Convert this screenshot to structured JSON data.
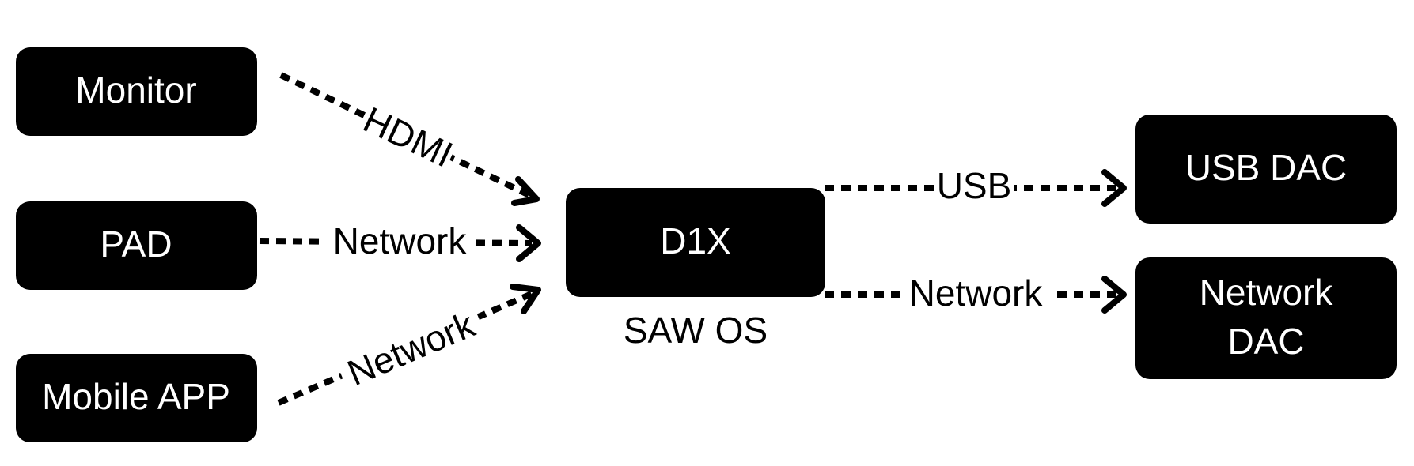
{
  "nodes": {
    "monitor": "Monitor",
    "pad": "PAD",
    "mobile_app": "Mobile APP",
    "d1x": "D1X",
    "usb_dac": "USB DAC",
    "network_dac_line1": "Network",
    "network_dac_line2": "DAC"
  },
  "captions": {
    "d1x_os": "SAW OS"
  },
  "edges": {
    "monitor_to_d1x": "HDMI",
    "pad_to_d1x": "Network",
    "mobile_to_d1x": "Network",
    "d1x_to_usb_dac": "USB",
    "d1x_to_network_dac": "Network"
  },
  "colors": {
    "node_fill": "#000000",
    "node_text": "#ffffff",
    "line": "#000000",
    "background": "#ffffff"
  }
}
